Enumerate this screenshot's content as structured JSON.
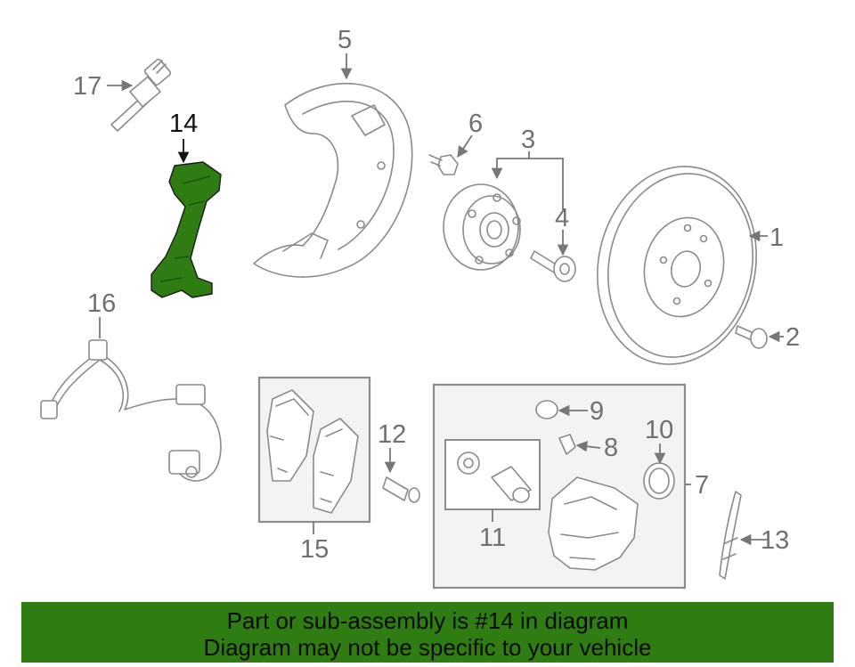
{
  "diagram": {
    "highlighted_part": "14",
    "highlight_color": "#2f7d12",
    "parts": [
      {
        "id": "1",
        "label": "1"
      },
      {
        "id": "2",
        "label": "2"
      },
      {
        "id": "3",
        "label": "3"
      },
      {
        "id": "4",
        "label": "4"
      },
      {
        "id": "5",
        "label": "5"
      },
      {
        "id": "6",
        "label": "6"
      },
      {
        "id": "7",
        "label": "7"
      },
      {
        "id": "8",
        "label": "8"
      },
      {
        "id": "9",
        "label": "9"
      },
      {
        "id": "10",
        "label": "10"
      },
      {
        "id": "11",
        "label": "11"
      },
      {
        "id": "12",
        "label": "12"
      },
      {
        "id": "13",
        "label": "13"
      },
      {
        "id": "14",
        "label": "14"
      },
      {
        "id": "15",
        "label": "15"
      },
      {
        "id": "16",
        "label": "16"
      },
      {
        "id": "17",
        "label": "17"
      }
    ]
  },
  "banner": {
    "line1": "Part or sub-assembly is #14 in diagram",
    "line2": "Diagram may not be specific to your vehicle",
    "background_color": "#2f7d12"
  }
}
